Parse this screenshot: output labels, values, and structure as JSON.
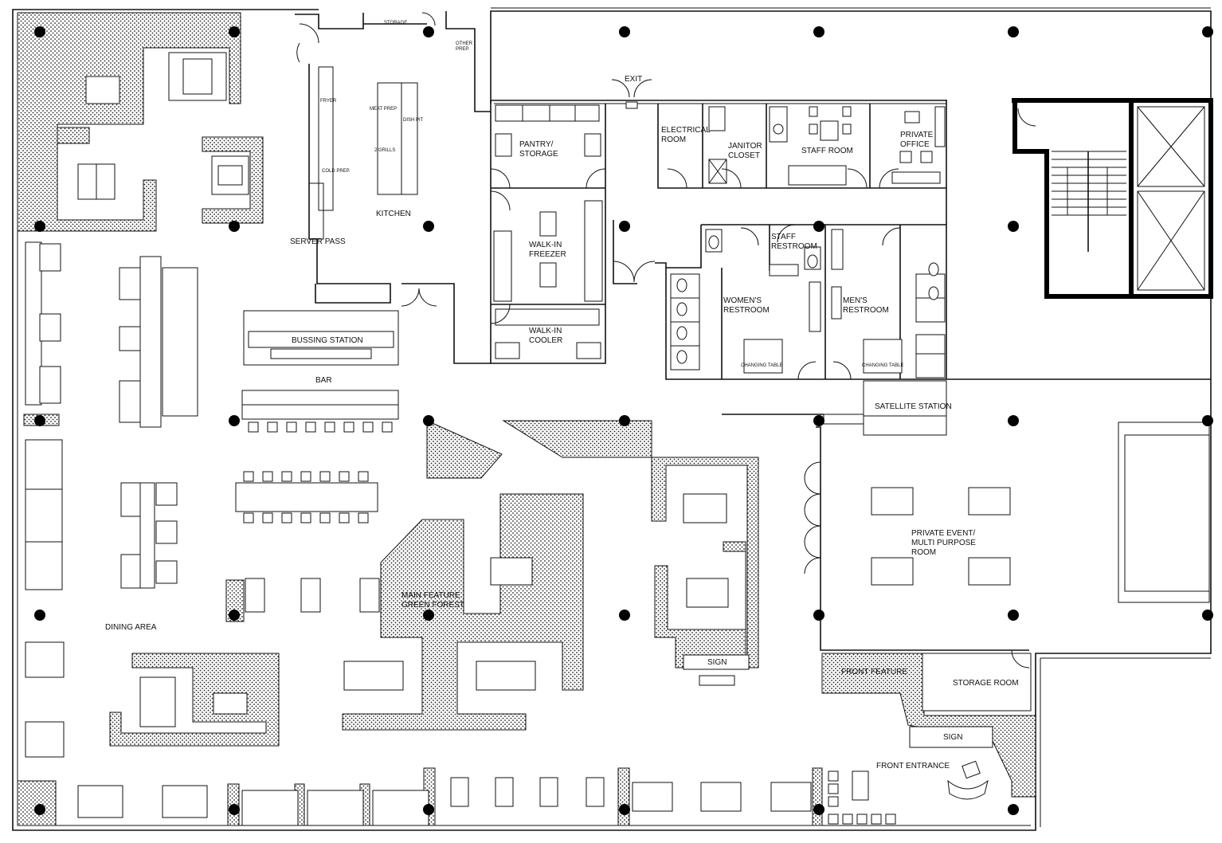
{
  "rooms": {
    "storage_top": "STORAGE",
    "other_prep": "OTHER PREP.",
    "fryer": "FRYER",
    "cold_prep": "COLD PREP.",
    "meat_prep": "MEAT PREP",
    "two_grills": "2 GRILLS",
    "dish_pit": "DISH PIT",
    "kitchen": "KITCHEN",
    "server_pass": "SERVER PASS",
    "exit": "EXIT",
    "pantry": "PANTRY/ STORAGE",
    "electrical": "ELECTRICAL ROOM",
    "janitor": "JANITOR CLOSET",
    "staff_room": "STAFF ROOM",
    "private_office": "PRIVATE OFFICE",
    "walk_in_freezer": "WALK-IN FREEZER",
    "walk_in_cooler": "WALK-IN COOLER",
    "staff_restroom": "STAFF RESTROOM",
    "womens_restroom": "WOMEN'S RESTROOM",
    "mens_restroom": "MEN'S RESTROOM",
    "changing_table": "CHANGING TABLE",
    "bussing_station": "BUSSING STATION",
    "bar": "BAR",
    "satellite_station": "SATELLITE STATION",
    "private_event": "PRIVATE EVENT/ MULTI PURPOSE ROOM",
    "main_feature": "MAIN FEATURE GREEN FOREST",
    "dining_area": "DINING AREA",
    "sign": "SIGN",
    "front_feature": "FRONT FEATURE",
    "storage_room": "STORAGE ROOM",
    "front_entrance": "FRONT ENTRANCE"
  }
}
